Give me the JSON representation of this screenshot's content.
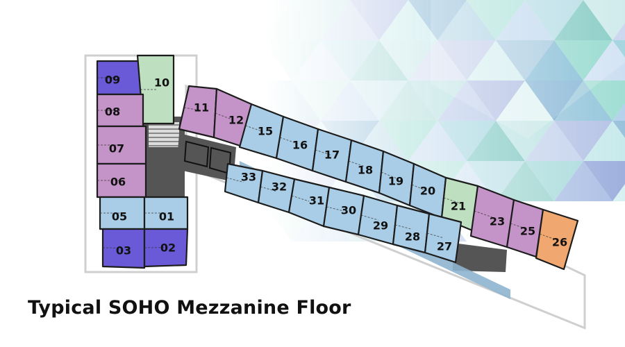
{
  "caption": "Typical SOHO Mezzanine Floor",
  "colors": {
    "violet": "#6a5ad8",
    "blue": "#a9cde6",
    "purple": "#c493c7",
    "green": "#bfe0c0",
    "orange": "#f0a870",
    "grey": "#555555",
    "wall": "#1c1c1c",
    "outline": "#cfcfcf"
  },
  "units": [
    {
      "label": "09",
      "color": "violet"
    },
    {
      "label": "10",
      "color": "green"
    },
    {
      "label": "08",
      "color": "purple"
    },
    {
      "label": "07",
      "color": "purple"
    },
    {
      "label": "06",
      "color": "purple"
    },
    {
      "label": "05",
      "color": "blue"
    },
    {
      "label": "01",
      "color": "blue"
    },
    {
      "label": "03",
      "color": "violet"
    },
    {
      "label": "02",
      "color": "violet"
    },
    {
      "label": "11",
      "color": "purple"
    },
    {
      "label": "12",
      "color": "purple"
    },
    {
      "label": "15",
      "color": "blue"
    },
    {
      "label": "16",
      "color": "blue"
    },
    {
      "label": "17",
      "color": "blue"
    },
    {
      "label": "18",
      "color": "blue"
    },
    {
      "label": "19",
      "color": "blue"
    },
    {
      "label": "20",
      "color": "blue"
    },
    {
      "label": "21",
      "color": "green"
    },
    {
      "label": "23",
      "color": "purple"
    },
    {
      "label": "25",
      "color": "purple"
    },
    {
      "label": "26",
      "color": "orange"
    },
    {
      "label": "33",
      "color": "blue"
    },
    {
      "label": "32",
      "color": "blue"
    },
    {
      "label": "31",
      "color": "blue"
    },
    {
      "label": "30",
      "color": "blue"
    },
    {
      "label": "29",
      "color": "blue"
    },
    {
      "label": "28",
      "color": "blue"
    },
    {
      "label": "27",
      "color": "blue"
    }
  ]
}
